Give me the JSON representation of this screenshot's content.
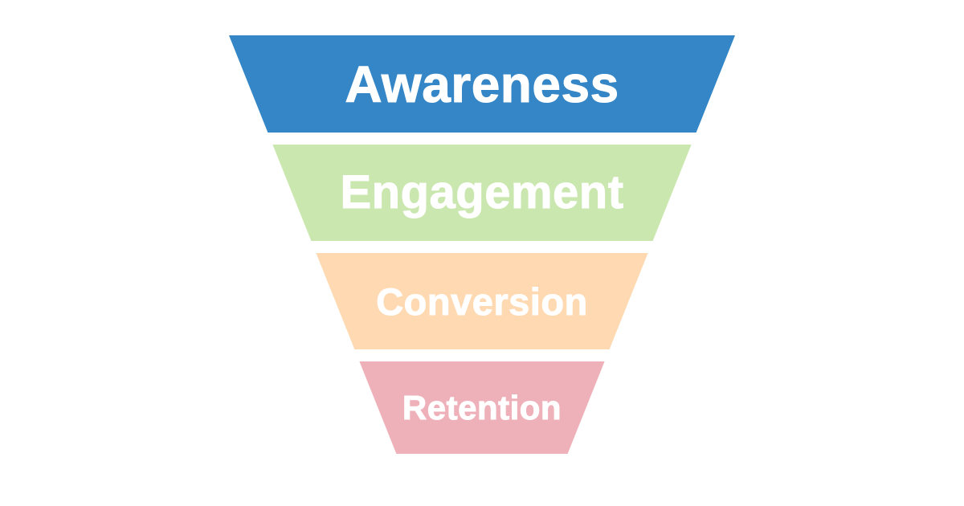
{
  "page": {
    "background_color": "#ffffff"
  },
  "funnel": {
    "label_color": "#ffffff",
    "stages": [
      {
        "label": "Awareness",
        "color": "#3586c6"
      },
      {
        "label": "Engagement",
        "color": "#c9e7ae"
      },
      {
        "label": "Conversion",
        "color": "#fed9b1"
      },
      {
        "label": "Retention",
        "color": "#efb1b9"
      }
    ]
  }
}
